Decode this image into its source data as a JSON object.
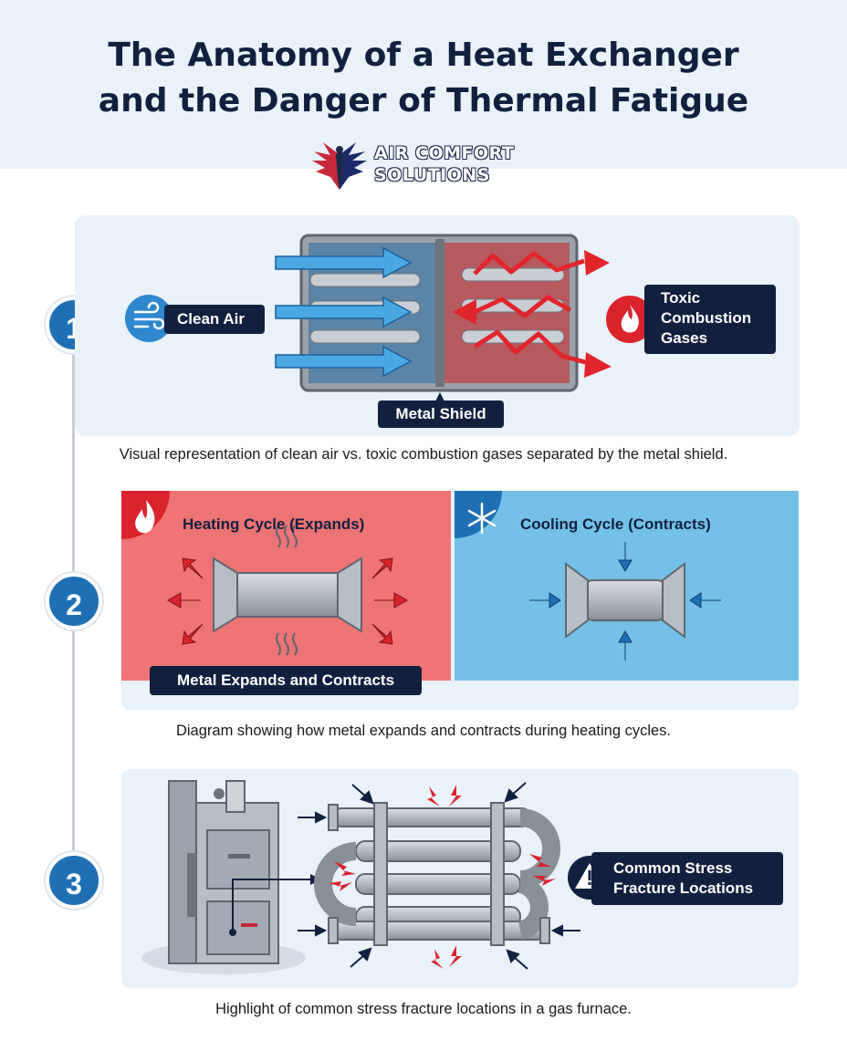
{
  "title": {
    "line1": "The Anatomy of a Heat Exchanger",
    "line2": "and the Danger of Thermal Fatigue"
  },
  "logo": {
    "line1": "AIR COMFORT",
    "line2": "SOLUTIONS",
    "icon": "eagle-icon"
  },
  "steps": [
    "1",
    "2",
    "3"
  ],
  "section1": {
    "clean_air_label": "Clean Air",
    "toxic_label_line1": "Toxic",
    "toxic_label_line2": "Combustion",
    "toxic_label_line3": "Gases",
    "shield_label": "Metal Shield",
    "caption": "Visual representation of clean air vs. toxic combustion gases separated by the metal shield.",
    "icons": [
      "wind-icon",
      "fire-icon"
    ]
  },
  "section2": {
    "heating_label": "Heating Cycle (Expands)",
    "cooling_label": "Cooling Cycle (Contracts)",
    "expand_contract_label": "Metal Expands and Contracts",
    "caption": "Diagram showing how metal expands and contracts during heating cycles.",
    "icons": [
      "flame-icon",
      "snowflake-icon"
    ]
  },
  "section3": {
    "fracture_label_line1": "Common Stress",
    "fracture_label_line2": "Fracture Locations",
    "caption": "Highlight of common stress fracture locations in a gas furnace.",
    "icons": [
      "warning-icon",
      "furnace-icon"
    ]
  },
  "colors": {
    "navy": "#12203f",
    "blue": "#1f6fb5",
    "light_panel": "#e9f1f9",
    "heat_red": "#ef7474",
    "cool_blue": "#74c0e6",
    "danger_red": "#d9232d"
  }
}
